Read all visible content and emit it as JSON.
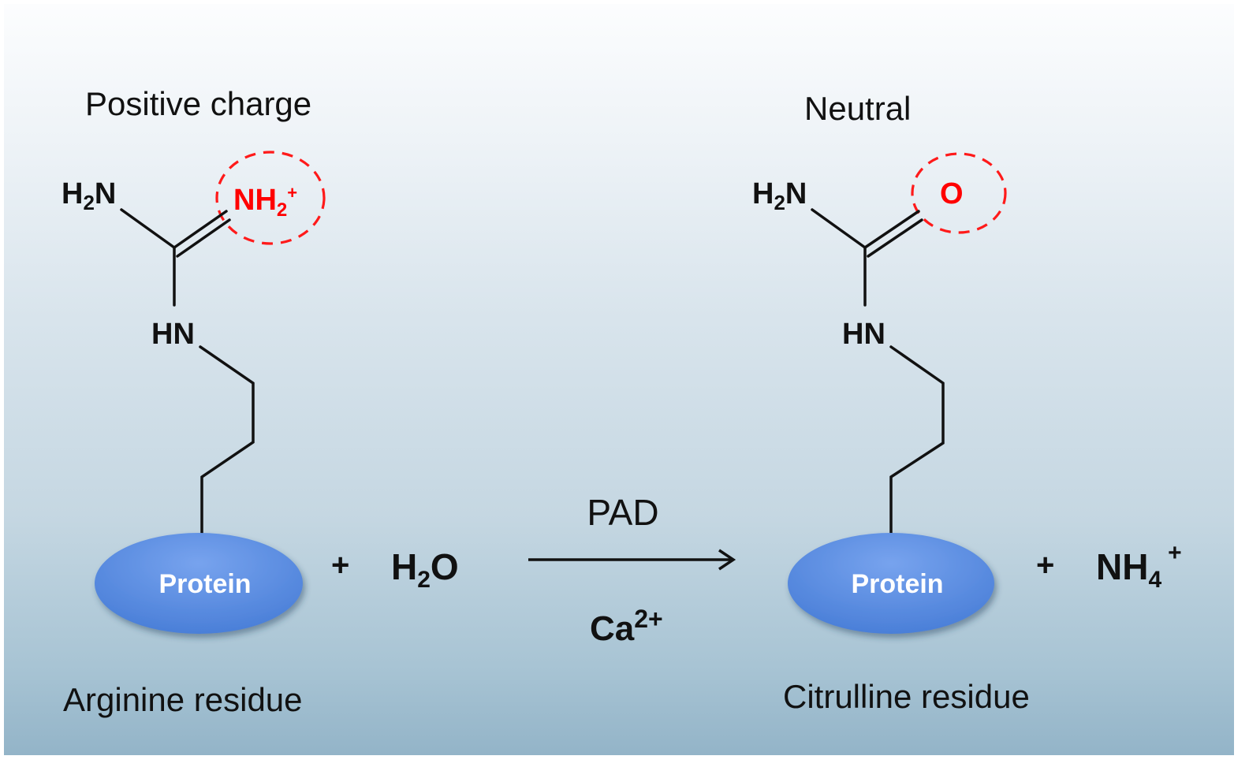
{
  "diagram": {
    "title": "Citrullination of arginine by PAD",
    "reactant": {
      "charge_label": "Positive charge",
      "amine_group": {
        "main": "H",
        "sub": "2",
        "tail": "N"
      },
      "highlighted_group": {
        "main": "NH",
        "sub": "2",
        "sup": "+"
      },
      "imine_nitrogen": "HN",
      "protein_label": "Protein",
      "caption": "Arginine residue"
    },
    "plus_1": "+",
    "water": {
      "main": "H",
      "sub": "2",
      "tail": "O"
    },
    "arrow": {
      "enzyme": "PAD",
      "cofactor": {
        "main": "Ca",
        "sup": "2+"
      }
    },
    "product": {
      "charge_label": "Neutral",
      "amine_group": {
        "main": "H",
        "sub": "2",
        "tail": "N"
      },
      "highlighted_group": {
        "main": "O"
      },
      "imine_nitrogen": "HN",
      "protein_label": "Protein",
      "caption": "Citrulline residue"
    },
    "plus_2": "+",
    "ammonium": {
      "main": "NH",
      "sub": "4",
      "sup": "+"
    },
    "colors": {
      "highlight": "#ff0000",
      "protein_fill": "#5b8fe0",
      "bond": "#111111"
    }
  }
}
